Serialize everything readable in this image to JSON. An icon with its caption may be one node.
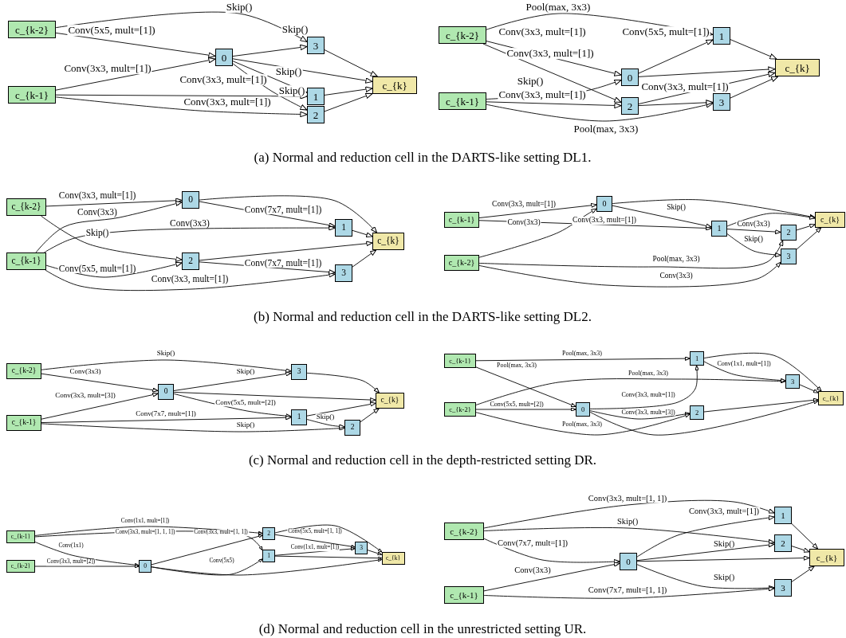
{
  "diagram": {
    "nodes": [
      {
        "text": [
          "c_{k-2}"
        ]
      },
      {
        "text": [
          "c_{k-1}"
        ]
      },
      {
        "text": [
          "0"
        ]
      },
      {
        "text": [
          "1"
        ]
      },
      {
        "text": [
          "2"
        ]
      },
      {
        "text": [
          "3"
        ]
      },
      {
        "text": [
          "c_{k}"
        ]
      },
      {
        "text": [
          "c_{k-2}"
        ]
      },
      {
        "text": [
          "c_{k-1}"
        ]
      },
      {
        "text": [
          "0"
        ]
      },
      {
        "text": [
          "1"
        ]
      },
      {
        "text": [
          "2"
        ]
      },
      {
        "text": [
          "3"
        ]
      },
      {
        "text": [
          "c_{k}"
        ]
      },
      {
        "text": [
          "c_{k-2}"
        ]
      },
      {
        "text": [
          "c_{k-1}"
        ]
      },
      {
        "text": [
          "0"
        ]
      },
      {
        "text": [
          "1"
        ]
      },
      {
        "text": [
          "2"
        ]
      },
      {
        "text": [
          "3"
        ]
      },
      {
        "text": [
          "c_{k}"
        ]
      },
      {
        "text": [
          "c_{k-1}"
        ]
      },
      {
        "text": [
          "c_{k-2}"
        ]
      },
      {
        "text": [
          "0"
        ]
      },
      {
        "text": [
          "1"
        ]
      },
      {
        "text": [
          "2"
        ]
      },
      {
        "text": [
          "3"
        ]
      },
      {
        "text": [
          "c_{k}"
        ]
      },
      {
        "text": [
          "c_{k-2}"
        ]
      },
      {
        "text": [
          "c_{k-1}"
        ]
      },
      {
        "text": [
          "0"
        ]
      },
      {
        "text": [
          "1"
        ]
      },
      {
        "text": [
          "2"
        ]
      },
      {
        "text": [
          "3"
        ]
      },
      {
        "text": [
          "c_{k}"
        ]
      },
      {
        "text": [
          "c_{k-1}"
        ]
      },
      {
        "text": [
          "c_{k-2}"
        ]
      },
      {
        "text": [
          "0"
        ]
      },
      {
        "text": [
          "1"
        ]
      },
      {
        "text": [
          "2"
        ]
      },
      {
        "text": [
          "3"
        ]
      },
      {
        "text": [
          "c_{k}"
        ]
      },
      {
        "text": [
          "c_{k-1}"
        ]
      },
      {
        "text": [
          "c_{k-2}"
        ]
      },
      {
        "text": [
          "0"
        ]
      },
      {
        "text": [
          "1"
        ]
      },
      {
        "text": [
          "2"
        ]
      },
      {
        "text": [
          "3"
        ]
      },
      {
        "text": [
          "c_{k}"
        ]
      },
      {
        "text": [
          "c_{k-2}"
        ]
      },
      {
        "text": [
          "c_{k-1}"
        ]
      },
      {
        "text": [
          "0"
        ]
      },
      {
        "text": [
          "1"
        ]
      },
      {
        "text": [
          "2"
        ]
      },
      {
        "text": [
          "3"
        ]
      },
      {
        "text": [
          "c_{k}"
        ]
      }
    ],
    "edges": [
      {
        "from": 0,
        "to": 5,
        "arrow": "to",
        "label": "Skip()"
      },
      {
        "from": 0,
        "to": 2,
        "arrow": "to",
        "label": "Conv(5x5, mult=[1])"
      },
      {
        "from": 1,
        "to": 2,
        "arrow": "to",
        "label": "Conv(3x3, mult=[1])"
      },
      {
        "from": 2,
        "to": 5,
        "arrow": "to",
        "label": "Skip()"
      },
      {
        "from": 2,
        "to": 3,
        "arrow": "to",
        "label": "Skip()"
      },
      {
        "from": 2,
        "to": 4,
        "arrow": "to",
        "label": "Skip()"
      },
      {
        "from": 1,
        "to": 3,
        "arrow": "to",
        "label": "Conv(3x3, mult=[1])"
      },
      {
        "from": 1,
        "to": 4,
        "arrow": "to",
        "label": "Conv(3x3, mult=[1])"
      },
      {
        "from": 2,
        "to": 6,
        "arrow": "to"
      },
      {
        "from": 5,
        "to": 6,
        "arrow": "to"
      },
      {
        "from": 3,
        "to": 6,
        "arrow": "to"
      },
      {
        "from": 4,
        "to": 6,
        "arrow": "to"
      },
      {
        "from": 7,
        "to": 10,
        "arrow": "to",
        "label": "Pool(max, 3x3)"
      },
      {
        "from": 7,
        "to": 9,
        "arrow": "to",
        "label": "Conv(3x3, mult=[1])"
      },
      {
        "from": 7,
        "to": 11,
        "arrow": "to",
        "label": "Conv(3x3, mult=[1])"
      },
      {
        "from": 8,
        "to": 9,
        "arrow": "to",
        "label": "Skip()"
      },
      {
        "from": 8,
        "to": 11,
        "arrow": "to",
        "label": "Conv(3x3, mult=[1])"
      },
      {
        "from": 8,
        "to": 12,
        "arrow": "to",
        "label": "Pool(max, 3x3)"
      },
      {
        "from": 9,
        "to": 10,
        "arrow": "to",
        "label": "Conv(5x5, mult=[1])"
      },
      {
        "from": 11,
        "to": 12,
        "arrow": "to",
        "label": "Conv(3x3, mult=[1])"
      },
      {
        "from": 9,
        "to": 13,
        "arrow": "to"
      },
      {
        "from": 10,
        "to": 13,
        "arrow": "to"
      },
      {
        "from": 11,
        "to": 13,
        "arrow": "to"
      },
      {
        "from": 12,
        "to": 13,
        "arrow": "to"
      },
      {
        "from": 14,
        "to": 16,
        "arrow": "to",
        "label": "Conv(3x3, mult=[1])"
      },
      {
        "from": 15,
        "to": 16,
        "arrow": "to",
        "label": "Conv(3x3)"
      },
      {
        "from": 16,
        "to": 17,
        "arrow": "to",
        "label": "Conv(7x7, mult=[1])"
      },
      {
        "from": 15,
        "to": 17,
        "arrow": "to",
        "label": "Conv(3x3)"
      },
      {
        "from": 14,
        "to": 18,
        "arrow": "to",
        "label": "Skip()"
      },
      {
        "from": 15,
        "to": 18,
        "arrow": "to",
        "label": "Conv(5x5, mult=[1])"
      },
      {
        "from": 15,
        "to": 19,
        "arrow": "to",
        "label": "Conv(3x3, mult=[1])"
      },
      {
        "from": 18,
        "to": 19,
        "arrow": "to",
        "label": "Conv(7x7, mult=[1])"
      },
      {
        "from": 16,
        "to": 20,
        "arrow": "to"
      },
      {
        "from": 17,
        "to": 20,
        "arrow": "to"
      },
      {
        "from": 18,
        "to": 20,
        "arrow": "to"
      },
      {
        "from": 19,
        "to": 20,
        "arrow": "to"
      },
      {
        "from": 21,
        "to": 23,
        "arrow": "to",
        "label": "Conv(3x3, mult=[1])"
      },
      {
        "from": 21,
        "to": 24,
        "arrow": "to",
        "label": "Conv(3x3)"
      },
      {
        "from": 22,
        "to": 23,
        "arrow": "to",
        "label": "Conv(3x3, mult=[1])"
      },
      {
        "from": 23,
        "to": 24,
        "arrow": "to",
        "label": "Skip()"
      },
      {
        "from": 24,
        "to": 25,
        "arrow": "to",
        "label": "Conv(3x3)"
      },
      {
        "from": 24,
        "to": 26,
        "arrow": "to",
        "label": "Skip()"
      },
      {
        "from": 22,
        "to": 25,
        "arrow": "to",
        "label": "Pool(max, 3x3)"
      },
      {
        "from": 22,
        "to": 26,
        "arrow": "to",
        "label": "Conv(3x3)"
      },
      {
        "from": 23,
        "to": 27,
        "arrow": "to"
      },
      {
        "from": 24,
        "to": 27,
        "arrow": "to"
      },
      {
        "from": 25,
        "to": 27,
        "arrow": "to"
      },
      {
        "from": 26,
        "to": 27,
        "arrow": "to"
      },
      {
        "from": 28,
        "to": 33,
        "arrow": "to",
        "label": "Skip()"
      },
      {
        "from": 28,
        "to": 30,
        "arrow": "to",
        "label": "Conv(3x3)"
      },
      {
        "from": 29,
        "to": 30,
        "arrow": "to",
        "label": "Conv(3x3, mult=[3])"
      },
      {
        "from": 30,
        "to": 33,
        "arrow": "to",
        "label": "Skip()"
      },
      {
        "from": 30,
        "to": 31,
        "arrow": "to",
        "label": "Conv(5x5, mult=[2])"
      },
      {
        "from": 29,
        "to": 31,
        "arrow": "to",
        "label": "Conv(7x7, mult=[1])"
      },
      {
        "from": 29,
        "to": 32,
        "arrow": "to",
        "label": "Skip()"
      },
      {
        "from": 31,
        "to": 32,
        "arrow": "to",
        "label": "Skip()"
      },
      {
        "from": 30,
        "to": 34,
        "arrow": "to"
      },
      {
        "from": 33,
        "to": 34,
        "arrow": "to"
      },
      {
        "from": 31,
        "to": 34,
        "arrow": "to"
      },
      {
        "from": 32,
        "to": 34,
        "arrow": "to"
      },
      {
        "from": 35,
        "to": 38,
        "arrow": "to",
        "label": "Pool(max, 3x3)"
      },
      {
        "from": 35,
        "to": 37,
        "arrow": "to",
        "label": "Pool(max, 3x3)"
      },
      {
        "from": 36,
        "to": 40,
        "arrow": "to",
        "label": "Pool(max, 3x3)"
      },
      {
        "from": 36,
        "to": 37,
        "arrow": "to",
        "label": "Conv(5x5, mult=[2])"
      },
      {
        "from": 37,
        "to": 38,
        "arrow": "to",
        "label": "Conv(3x3, mult=[1])"
      },
      {
        "from": 37,
        "to": 39,
        "arrow": "to",
        "label": "Conv(3x3, mult=[3])"
      },
      {
        "from": 36,
        "to": 39,
        "arrow": "to",
        "label": "Pool(max, 3x3)"
      },
      {
        "from": 38,
        "to": 40,
        "arrow": "to",
        "label": "Conv(1x1, mult=[1])"
      },
      {
        "from": 37,
        "to": 41,
        "arrow": "to"
      },
      {
        "from": 38,
        "to": 41,
        "arrow": "to"
      },
      {
        "from": 40,
        "to": 41,
        "arrow": "to"
      },
      {
        "from": 39,
        "to": 41,
        "arrow": "to"
      },
      {
        "from": 42,
        "to": 46,
        "arrow": "to",
        "label": "Conv(1x1, mult=[1])"
      },
      {
        "from": 42,
        "to": 45,
        "arrow": "to",
        "label": "Conv(3x3, mult=[1, 1, 1])"
      },
      {
        "from": 44,
        "to": 46,
        "arrow": "to",
        "label": "Conv(3x3, mult=[1, 1])"
      },
      {
        "from": 42,
        "to": 44,
        "arrow": "to",
        "label": "Conv(1x1)"
      },
      {
        "from": 43,
        "to": 44,
        "arrow": "to",
        "label": "Conv(3x3, mult=[2])"
      },
      {
        "from": 44,
        "to": 45,
        "arrow": "to",
        "label": "Conv(5x5)"
      },
      {
        "from": 46,
        "to": 47,
        "arrow": "to",
        "label": "Conv(5x5, mult=[1, 1])"
      },
      {
        "from": 45,
        "to": 47,
        "arrow": "to",
        "label": "Conv(1x1, mult=[1])"
      },
      {
        "from": 46,
        "to": 48,
        "arrow": "to"
      },
      {
        "from": 44,
        "to": 48,
        "arrow": "to"
      },
      {
        "from": 45,
        "to": 48,
        "arrow": "to"
      },
      {
        "from": 47,
        "to": 48,
        "arrow": "to"
      },
      {
        "from": 49,
        "to": 52,
        "arrow": "to",
        "label": "Conv(3x3, mult=[1, 1])"
      },
      {
        "from": 51,
        "to": 52,
        "arrow": "to",
        "label": "Conv(3x3, mult=[1])"
      },
      {
        "from": 49,
        "to": 53,
        "arrow": "to",
        "label": "Skip()"
      },
      {
        "from": 49,
        "to": 51,
        "arrow": "to",
        "label": "Conv(7x7, mult=[1])"
      },
      {
        "from": 50,
        "to": 51,
        "arrow": "to",
        "label": "Conv(3x3)"
      },
      {
        "from": 51,
        "to": 53,
        "arrow": "to",
        "label": "Skip()"
      },
      {
        "from": 51,
        "to": 55,
        "arrow": "to"
      },
      {
        "from": 51,
        "to": 54,
        "arrow": "to",
        "label": "Skip()"
      },
      {
        "from": 50,
        "to": 54,
        "arrow": "to",
        "label": "Conv(7x7, mult=[1, 1])"
      },
      {
        "from": 52,
        "to": 55,
        "arrow": "to"
      },
      {
        "from": 53,
        "to": 55,
        "arrow": "to"
      },
      {
        "from": 54,
        "to": 55,
        "arrow": "to"
      }
    ],
    "labels": [
      "(a) Normal and reduction cell in the DARTS-like setting DL1.",
      "(b) Normal and reduction cell in the DARTS-like setting DL2.",
      "(c) Normal and reduction cell in the depth-restricted setting DR.",
      "(d) Normal and reduction cell in the unrestricted setting UR."
    ]
  }
}
